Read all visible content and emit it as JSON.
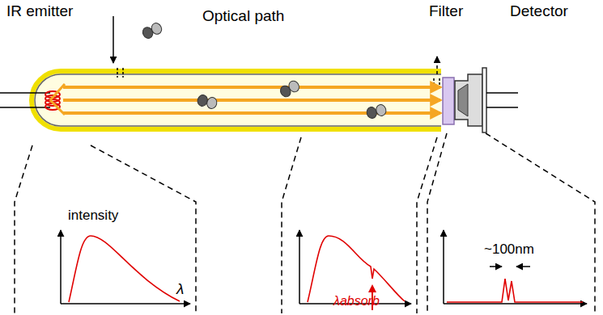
{
  "diagram": {
    "labels": [
      "IR emitter",
      "Optical path",
      "Filter",
      "Detector",
      "intensity",
      "λ",
      "λabsorb",
      "~100nm"
    ]
  }
}
